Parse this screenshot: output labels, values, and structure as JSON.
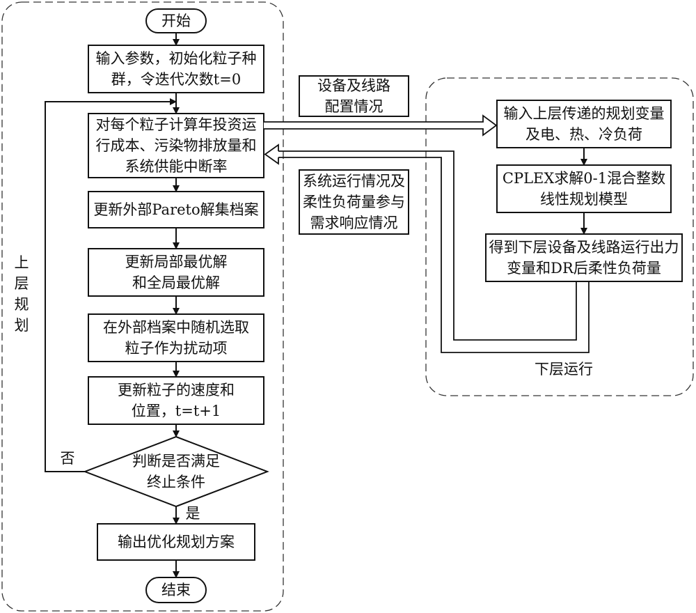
{
  "upper": {
    "label": [
      "上",
      "层",
      "规",
      "划"
    ],
    "start": "开始",
    "end": "结束",
    "steps": {
      "input": [
        "输入参数，初始化粒子种",
        "群，令迭代次数t=0"
      ],
      "compute": [
        "对每个粒子计算年投资运",
        "行成本、污染物排放量和",
        "系统供能中断率"
      ],
      "update_pareto": "更新外部Pareto解集档案",
      "update_best": [
        "更新局部最优解",
        "和全局最优解"
      ],
      "random_select": [
        "在外部档案中随机选取",
        "粒子作为扰动项"
      ],
      "update_velocity": [
        "更新粒子的速度和",
        "位置，t=t+1"
      ],
      "decision": [
        "判断是否满足",
        "终止条件"
      ],
      "output": "输出优化规划方案"
    },
    "no_label": "否",
    "yes_label": "是"
  },
  "middle": {
    "config_note": [
      "设备及线路",
      "配置情况"
    ],
    "feedback_note": [
      "系统运行情况及",
      "柔性负荷量参与",
      "需求响应情况"
    ]
  },
  "lower": {
    "label": "下层运行",
    "steps": {
      "input_vars": [
        "输入上层传递的规划变量",
        "及电、热、冷负荷"
      ],
      "cplex": [
        "CPLEX求解0-1混合整数",
        "线性规划模型"
      ],
      "result": [
        "得到下层设备及线路运行出力",
        "变量和DR后柔性负荷量"
      ]
    }
  }
}
